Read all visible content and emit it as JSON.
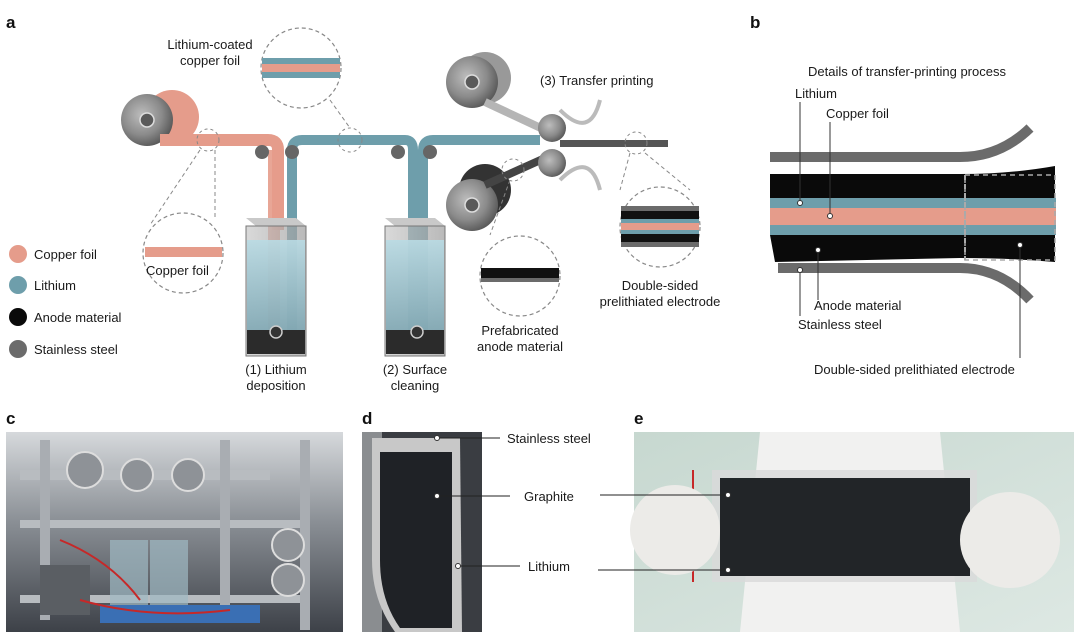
{
  "panels": {
    "a": "a",
    "b": "b",
    "c": "c",
    "d": "d",
    "e": "e"
  },
  "legend": [
    {
      "label": "Copper foil",
      "color": "#e59c8b"
    },
    {
      "label": "Lithium",
      "color": "#6e9eab"
    },
    {
      "label": "Anode material",
      "color": "#0a0a0a"
    },
    {
      "label": "Stainless steel",
      "color": "#6b6b6b"
    }
  ],
  "panel_a": {
    "lithium_coated_line1": "Lithium-coated",
    "lithium_coated_line2": "copper foil",
    "transfer_printing": "(3) Transfer printing",
    "copper_foil_zoom": "Copper foil",
    "step1_line1": "(1) Lithium",
    "step1_line2": "deposition",
    "step2_line1": "(2) Surface",
    "step2_line2": "cleaning",
    "prefab_line1": "Prefabricated",
    "prefab_line2": "anode material",
    "double_line1": "Double-sided",
    "double_line2": "prelithiated electrode"
  },
  "panel_b": {
    "title": "Details of transfer-printing process",
    "lithium": "Lithium",
    "copper_foil": "Copper foil",
    "anode_material": "Anode material",
    "stainless_steel": "Stainless steel",
    "double_sided": "Double-sided prelithiated electrode"
  },
  "panel_d": {
    "stainless_steel": "Stainless steel",
    "graphite": "Graphite",
    "lithium": "Lithium"
  },
  "panel_e": {}
}
